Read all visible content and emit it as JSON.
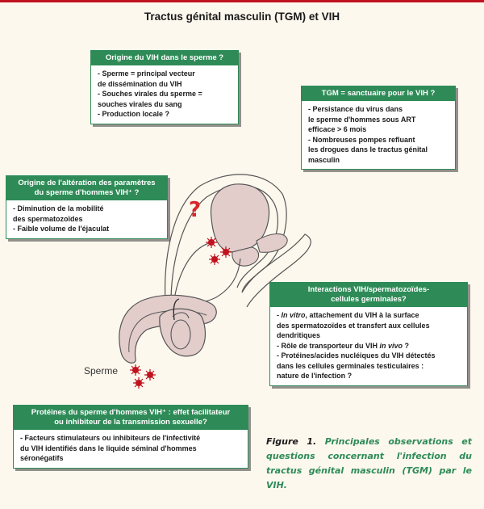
{
  "title": "Tractus génital masculin (TGM) et VIH",
  "colors": {
    "accent": "#2e8b57",
    "question_mark": "#d62828",
    "virus": "#c1121f",
    "organ_fill": "#e2cdcb",
    "organ_stroke": "#555555"
  },
  "icons": {
    "virus": "red-virus-particle-icon",
    "question": "red-question-mark"
  },
  "boxes": {
    "origine": {
      "header": "Origine du VIH dans le sperme ?",
      "items": [
        "Sperme = principal vecteur\nde dissémination du VIH",
        "Souches virales du sperme =\nsouches virales du sang",
        "Production locale ?"
      ]
    },
    "tgm": {
      "header": "TGM = sanctuaire pour le VIH ?",
      "items": [
        "Persistance du virus dans\nle sperme d'hommes sous ART\nefficace > 6 mois",
        "Nombreuses pompes refluant\nles drogues dans le tractus génital\nmasculin"
      ]
    },
    "alteration": {
      "header": "Origine de l'altération des paramètres\ndu sperme d'hommes VIH⁺ ?",
      "items": [
        "Diminution de la mobilité\ndes spermatozoïdes",
        "Faible volume de l'éjaculat"
      ]
    },
    "interactions": {
      "header": "Interactions VIH/spermatozoïdes-\ncellules germinales?",
      "item1_em": "In vitro",
      "item1_rest": ", attachement du VIH à la surface\ndes spermatozoïdes et transfert aux cellules\ndendritiques",
      "item2_pre": "Rôle de transporteur du VIH ",
      "item2_em": "in vivo",
      "item2_post": " ?",
      "item3": "Protéines/acides nucléiques du VIH détectés\ndans les cellules germinales testiculaires :\nnature de l'infection ?"
    },
    "proteines": {
      "header": "Protéines du sperme d'hommes VIH⁺ : effet facilitateur\nou inhibiteur de la transmission sexuelle?",
      "items": [
        "Facteurs stimulateurs ou inhibiteurs de l'infectivité\ndu VIH identifiés dans le liquide séminal d'hommes\nséronégatifs"
      ]
    }
  },
  "diagram": {
    "question_mark": "?",
    "sperme_label": "Sperme"
  },
  "caption": {
    "figure": "Figure 1.",
    "text": " Principales observations et questions concernant l'infection du tractus génital masculin (TGM) par le VIH."
  }
}
